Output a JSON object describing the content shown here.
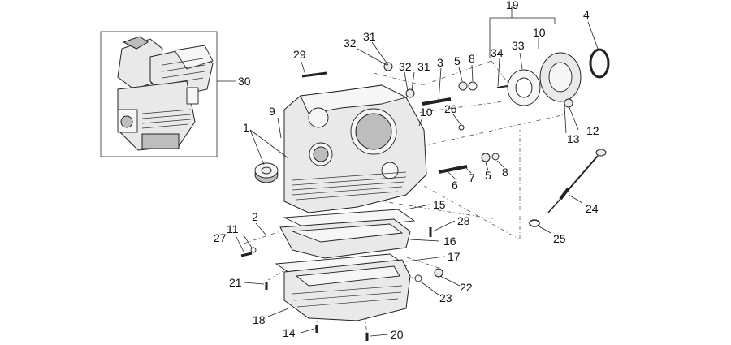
{
  "labels": {
    "l1": "1",
    "l2": "2",
    "l3": "3",
    "l4": "4",
    "l5a": "5",
    "l5b": "5",
    "l6": "6",
    "l7": "7",
    "l8a": "8",
    "l8b": "8",
    "l9": "9",
    "l10a": "10",
    "l10b": "10",
    "l11": "11",
    "l12": "12",
    "l13": "13",
    "l14": "14",
    "l15": "15",
    "l16": "16",
    "l17": "17",
    "l18": "18",
    "l19": "19",
    "l20": "20",
    "l21": "21",
    "l22": "22",
    "l23": "23",
    "l24": "24",
    "l25": "25",
    "l26": "26",
    "l27": "27",
    "l28": "28",
    "l29": "29",
    "l30": "30",
    "l31a": "31",
    "l31b": "31",
    "l32a": "32",
    "l32b": "32",
    "l33": "33",
    "l34": "34"
  }
}
